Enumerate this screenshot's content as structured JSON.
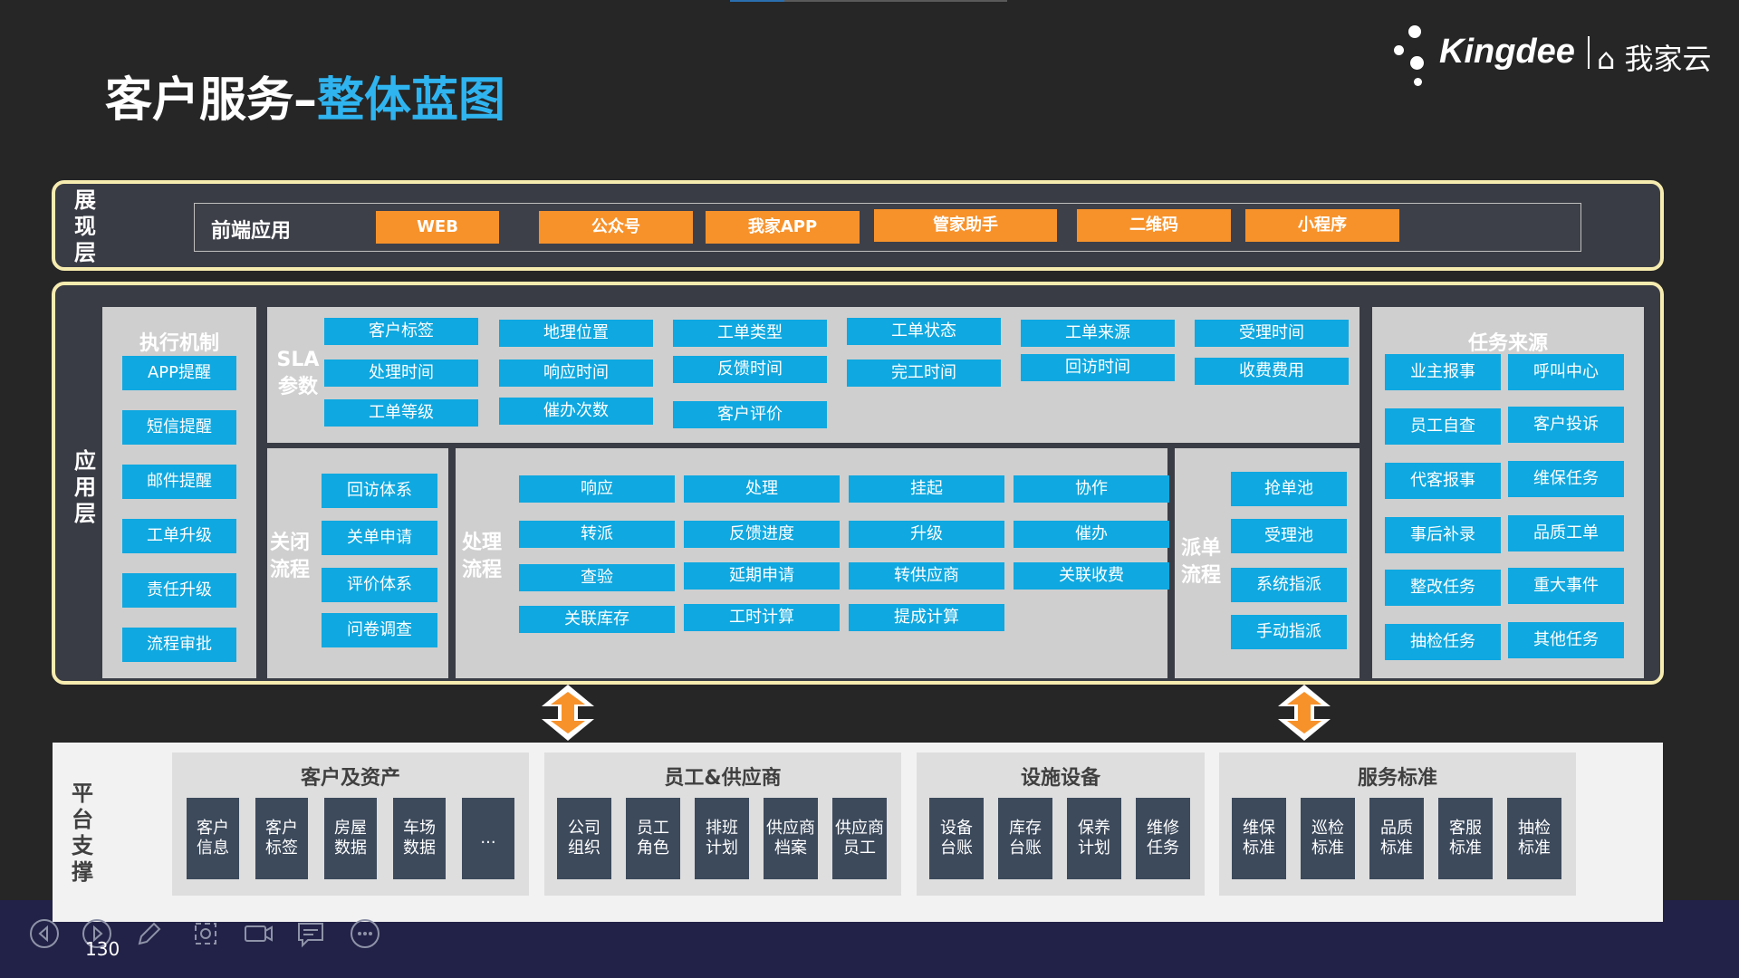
{
  "title": {
    "prefix": "客户服务–",
    "highlight": "整体蓝图"
  },
  "logo": {
    "brand": "Kingdee",
    "product": "我家云"
  },
  "presentation_layer": {
    "label": "展现层",
    "frontend_label": "前端应用",
    "channels": [
      "WEB",
      "公众号",
      "我家APP",
      "管家助手",
      "二维码",
      "小程序"
    ]
  },
  "application_layer": {
    "label": "应用层",
    "execution": {
      "title": "执行机制",
      "items": [
        "APP提醒",
        "短信提醒",
        "邮件提醒",
        "工单升级",
        "责任升级",
        "流程审批"
      ]
    },
    "sla": {
      "title": "SLA参数",
      "items": [
        "客户标签",
        "地理位置",
        "工单类型",
        "工单状态",
        "工单来源",
        "受理时间",
        "处理时间",
        "响应时间",
        "反馈时间",
        "完工时间",
        "回访时间",
        "收费费用",
        "工单等级",
        "催办次数",
        "客户评价"
      ]
    },
    "closing": {
      "title": "关闭流程",
      "items": [
        "回访体系",
        "关单申请",
        "评价体系",
        "问卷调查"
      ]
    },
    "processing": {
      "title": "处理流程",
      "items": [
        "响应",
        "处理",
        "挂起",
        "协作",
        "转派",
        "反馈进度",
        "升级",
        "催办",
        "查验",
        "延期申请",
        "转供应商",
        "关联收费",
        "关联库存",
        "工时计算",
        "提成计算"
      ]
    },
    "dispatch": {
      "title": "派单流程",
      "items": [
        "抢单池",
        "受理池",
        "系统指派",
        "手动指派"
      ]
    },
    "task_source": {
      "title": "任务来源",
      "items": [
        "业主报事",
        "呼叫中心",
        "员工自查",
        "客户投诉",
        "代客报事",
        "维保任务",
        "事后补录",
        "品质工单",
        "整改任务",
        "重大事件",
        "抽检任务",
        "其他任务"
      ]
    }
  },
  "platform_layer": {
    "label": "平台支撑",
    "groups": [
      {
        "title": "客户及资产",
        "items": [
          "客户信息",
          "客户标签",
          "房屋数据",
          "车场数据",
          "..."
        ]
      },
      {
        "title": "员工&供应商",
        "items": [
          "公司组织",
          "员工角色",
          "排班计划",
          "供应商档案",
          "供应商员工"
        ]
      },
      {
        "title": "设施设备",
        "items": [
          "设备台账",
          "库存台账",
          "保养计划",
          "维修任务"
        ]
      },
      {
        "title": "服务标准",
        "items": [
          "维保标准",
          "巡检标准",
          "品质标准",
          "客服标准",
          "抽检标准"
        ]
      }
    ]
  },
  "footer": {
    "page_number": "130"
  }
}
